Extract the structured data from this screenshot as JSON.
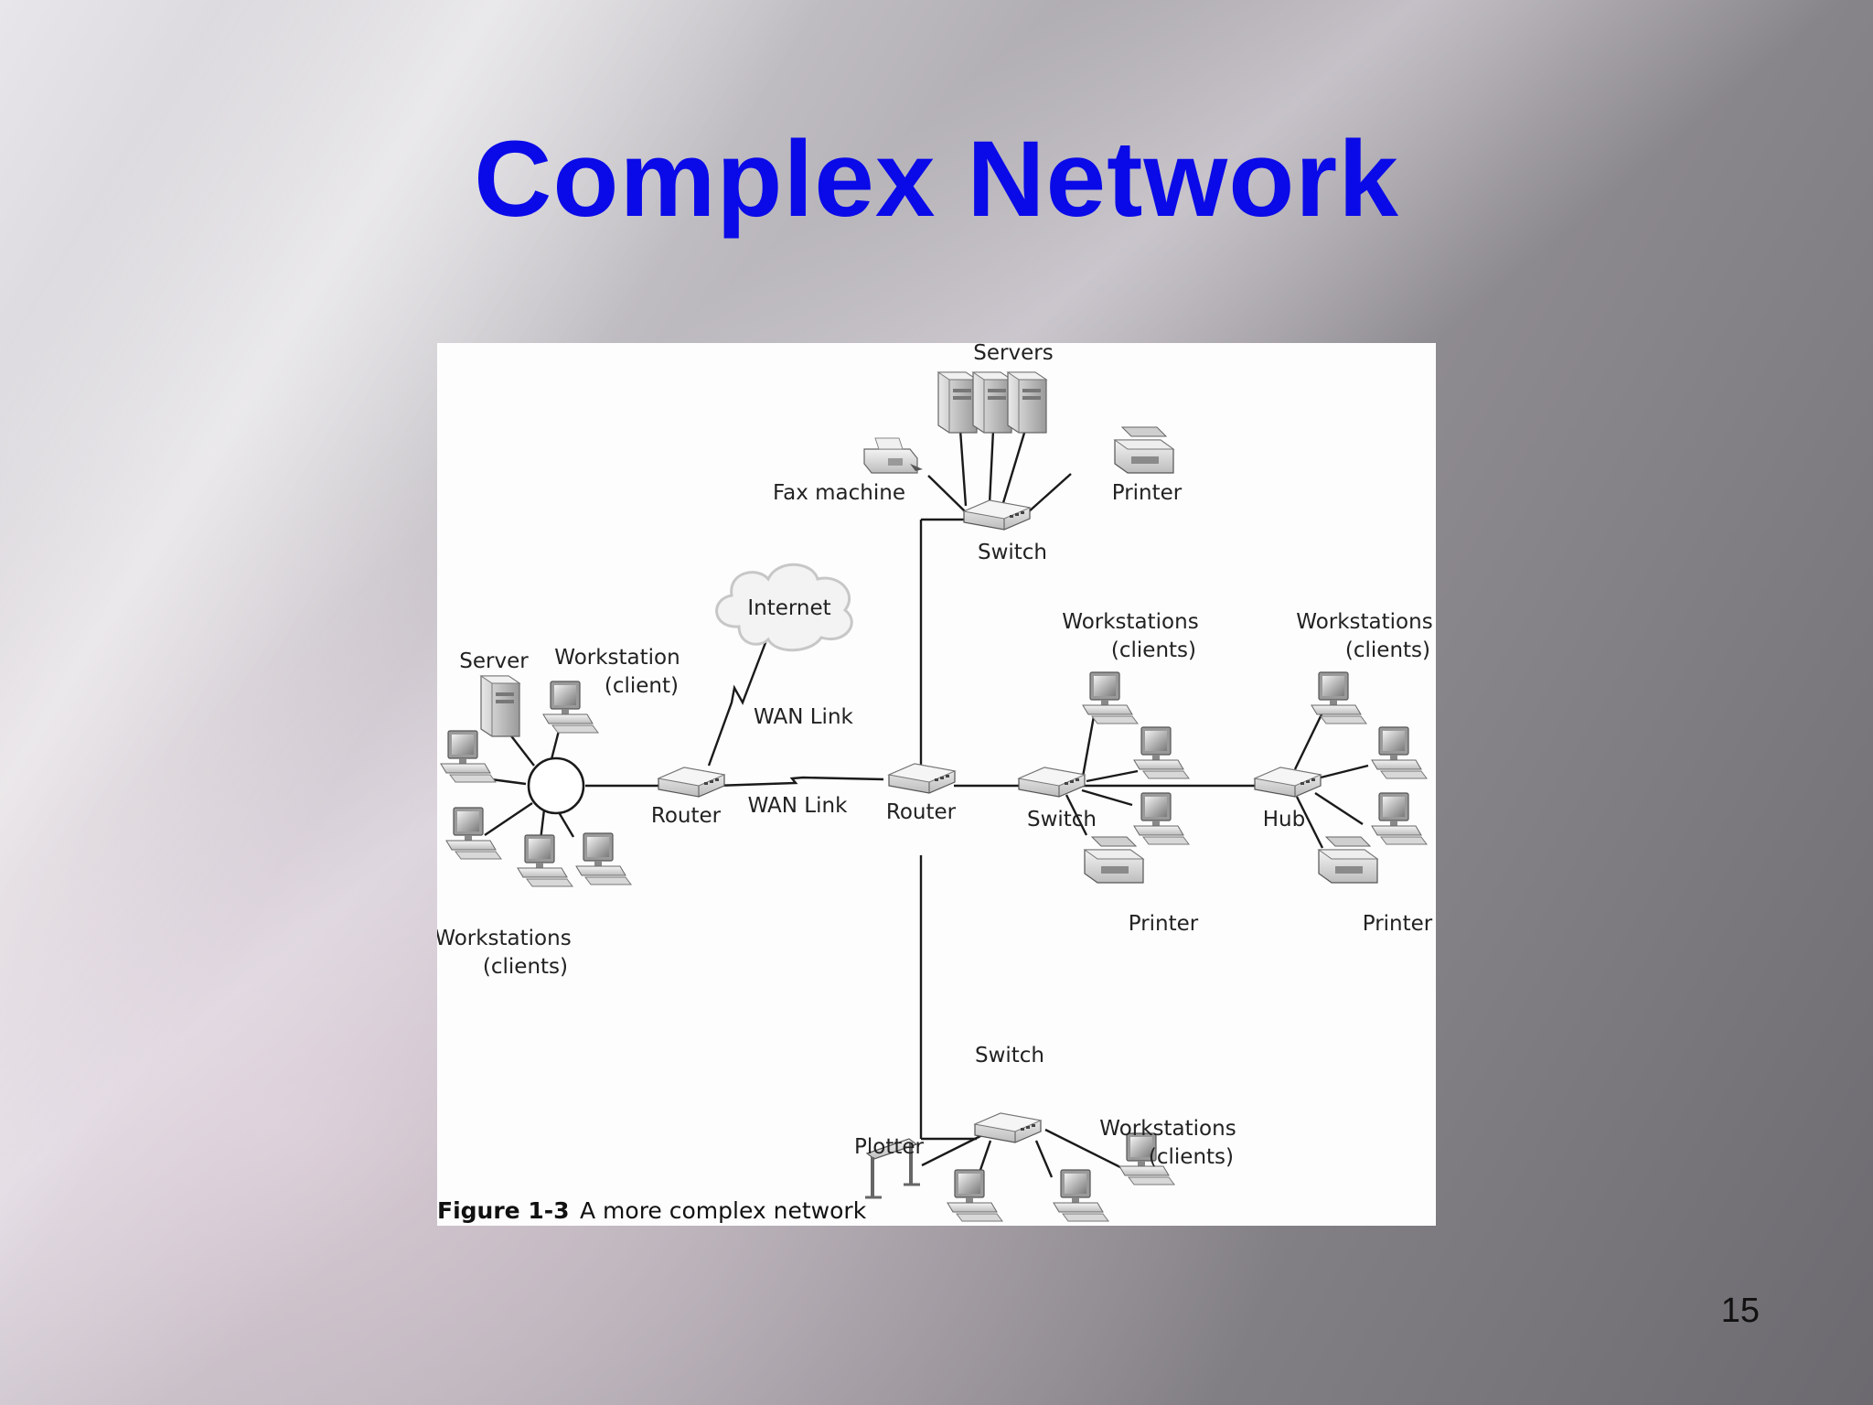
{
  "slide": {
    "title": "Complex Network",
    "page_number": "15"
  },
  "figure": {
    "labels": {
      "servers": "Servers",
      "fax_machine": "Fax machine",
      "printer_top": "Printer",
      "switch_top": "Switch",
      "internet": "Internet",
      "server_left": "Server",
      "workstation_client_1": "Workstation",
      "workstation_client_2": "(client)",
      "wan_link_up": "WAN Link",
      "wan_link_mid": "WAN Link",
      "router_left": "Router",
      "router_center": "Router",
      "switch_mid": "Switch",
      "hub": "Hub",
      "ws_mid_1": "Workstations",
      "ws_mid_2": "(clients)",
      "ws_right_1": "Workstations",
      "ws_right_2": "(clients)",
      "printer_mid": "Printer",
      "printer_right": "Printer",
      "ws_left_1": "Workstations",
      "ws_left_2": "(clients)",
      "switch_bottom": "Switch",
      "plotter": "Plotter",
      "ws_bottom_1": "Workstations",
      "ws_bottom_2": "(clients)"
    },
    "caption": {
      "number": "Figure 1-3",
      "text": "A more complex network"
    }
  }
}
